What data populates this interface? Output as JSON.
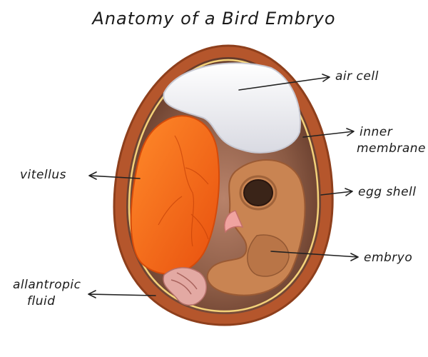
{
  "title": "Anatomy of a Bird Embryo",
  "labels": {
    "air_cell": "air cell",
    "inner_membrane_1": "inner",
    "inner_membrane_2": "membrane",
    "egg_shell": "egg shell",
    "embryo": "embryo",
    "vitellus": "vitellus",
    "allantropic_fluid_1": "allantropic",
    "allantropic_fluid_2": "fluid"
  },
  "colors": {
    "shell": "#b5562c",
    "shell_inner": "#7a3f2a",
    "membrane_line": "#f3d27a",
    "air_cell": "#eeeef2",
    "yolk": "#f26a1b",
    "embryo": "#c98452",
    "fluid": "#8a5a44"
  }
}
